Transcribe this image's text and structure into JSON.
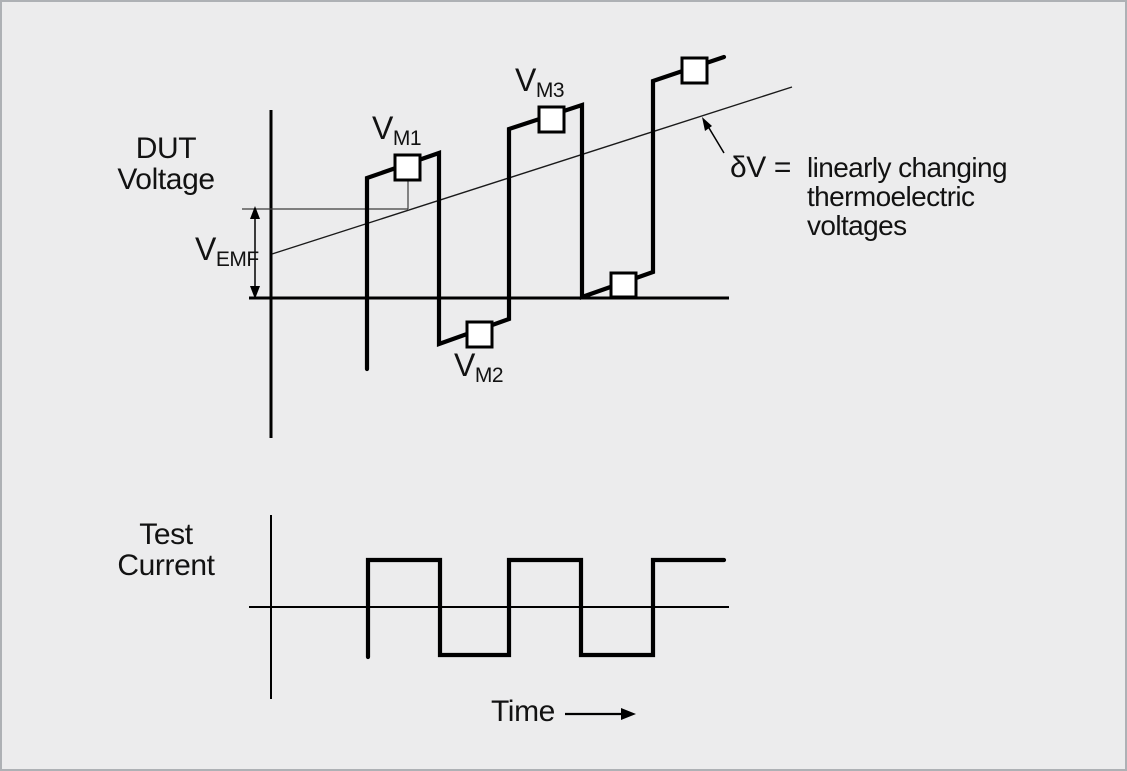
{
  "colors": {
    "background": "#ececed",
    "border": "#aeb1b5",
    "ink": "#000000",
    "marker_fill": "#ffffff"
  },
  "top_plot": {
    "axis_label_line1": "DUT",
    "axis_label_line2": "Voltage",
    "vemf_main": "V",
    "vemf_sub": "EMF",
    "vm1_main": "V",
    "vm1_sub": "M1",
    "vm2_main": "V",
    "vm2_sub": "M2",
    "vm3_main": "V",
    "vm3_sub": "M3"
  },
  "annotation": {
    "equation": "δV =",
    "line1": "linearly changing",
    "line2": "thermoelectric",
    "line3": "voltages"
  },
  "bottom_plot": {
    "axis_label_line1": "Test",
    "axis_label_line2": "Current",
    "x_label": "Time"
  },
  "chart_data": {
    "type": "waveform-diagram",
    "series": [
      {
        "name": "DUT Voltage",
        "shape": "alternating square wave riding on linearly increasing thermoelectric voltage, measurement points VM1, VM2, VM3 marked with squares"
      },
      {
        "name": "Test Current",
        "shape": "bipolar square wave, three positive and two negative half-cycles"
      }
    ],
    "geometry": {
      "top_axis_vertical": "269,108 269,436",
      "top_axis_horizontal": "247,296 727,296",
      "emf_level_line": "240,207 406,207",
      "marker_connector": "406,179 406,207",
      "drift_line": "270,252 790,85",
      "top_waveform": "365,367 365,176 437,151 437,342 507,317 507,127 580,103 580,295 651,270 651,79 722,55",
      "vemf_arrow_shaft": "253,213 253,288",
      "vemf_arrow_head_up": "253,204 248,217 258,217",
      "vemf_arrow_head_down": "253,297 248,284 258,284",
      "delta_arrow_shaft": "722,151 704,121",
      "delta_arrow_head": "700,115 710,124 703,129",
      "marker_vm1": "393,153 418,153 418,178 393,178",
      "marker_vm2": "465,320 490,320 490,345 465,345",
      "marker_vm3": "537,105 562,105 562,130 537,130",
      "marker_zero": "609,271 634,271 634,295 609,295",
      "marker_top_right": "680,56 705,56 705,81 680,81",
      "bottom_axis_vertical": "269,513 269,697",
      "bottom_axis_horizontal": "247,605 727,605",
      "bottom_waveform": "366,655 366,558 438,558 438,653 507,653 507,558 579,558 579,653 651,653 651,558 722,558",
      "time_arrow_shaft": "563,712 620,712",
      "time_arrow_head": "634,712 619,706 619,718"
    }
  }
}
